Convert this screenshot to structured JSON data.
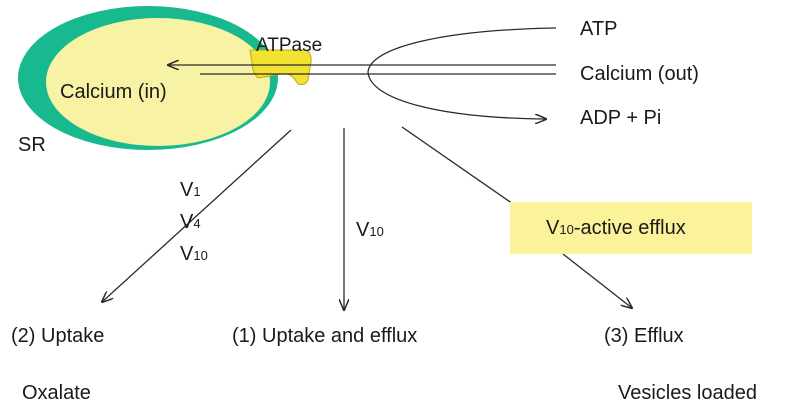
{
  "colors": {
    "sr_membrane": "#18b98e",
    "sr_lumen": "#f7f2a4",
    "atpase": "#f2e332",
    "box_fill": "#fbf39a",
    "line": "#2a2a2a"
  },
  "labels": {
    "atpase": "ATPase",
    "calcium_in": "Calcium (in)",
    "sr": "SR",
    "atp": "ATP",
    "calcium_out": "Calcium (out)",
    "adp_pi": "ADP + Pi",
    "v_main": "V",
    "sub_1": "1",
    "sub_4": "4",
    "sub_10": "10",
    "box_suffix": "-active efflux",
    "uptake": "(2) Uptake",
    "uptake_efflux": "(1) Uptake and efflux",
    "efflux": "(3) Efflux",
    "oxalate": "Oxalate",
    "vesicles_loaded": "Vesicles loaded"
  }
}
